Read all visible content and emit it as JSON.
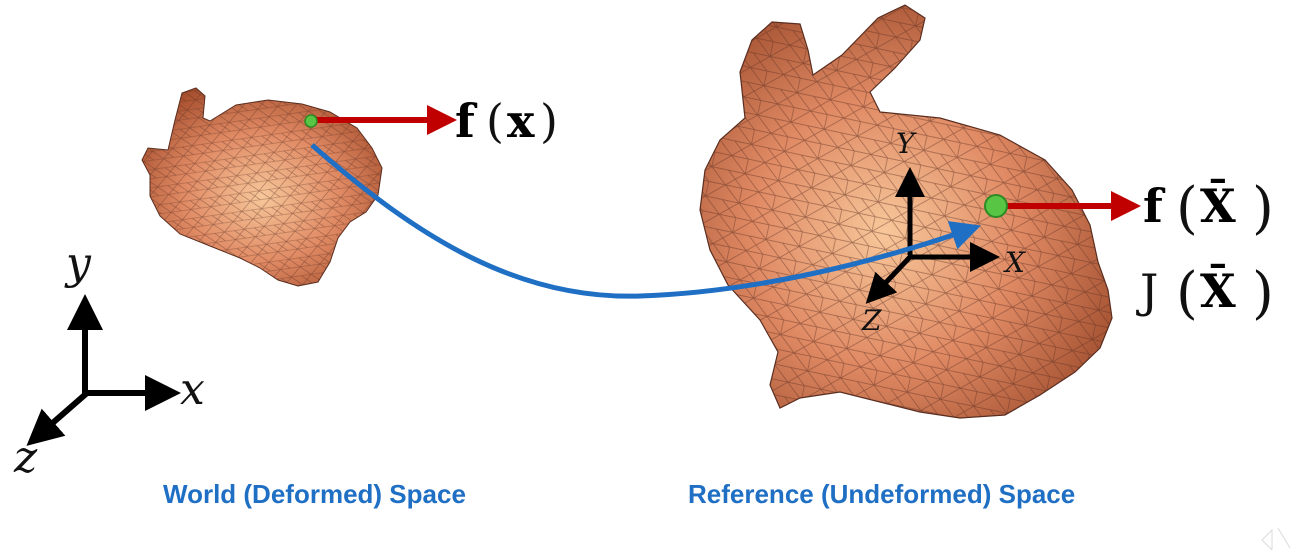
{
  "colors": {
    "mesh_fill": "#e08a64",
    "mesh_light": "#f7c79a",
    "mesh_edge": "#5a2e20",
    "arrow_red": "#c00000",
    "map_arrow_blue": "#1f6fc4",
    "point_green": "#58c545",
    "caption_blue": "#1f6fc4",
    "axis_black": "#000000"
  },
  "world_axes": {
    "y": "y",
    "x": "x",
    "z": "z"
  },
  "reference_axes": {
    "Y": "Y",
    "X": "X",
    "Z": "Z"
  },
  "labels": {
    "world_f": {
      "f": "f",
      "arg": "x"
    },
    "ref_f": {
      "f": "f",
      "arg": "X̄"
    },
    "ref_J": {
      "f": "J",
      "arg": "X̄"
    }
  },
  "captions": {
    "world": "World (Deformed) Space",
    "reference": "Reference (Undeformed) Space"
  },
  "icons": {
    "corner_nav": "nav-arrows-icon"
  }
}
